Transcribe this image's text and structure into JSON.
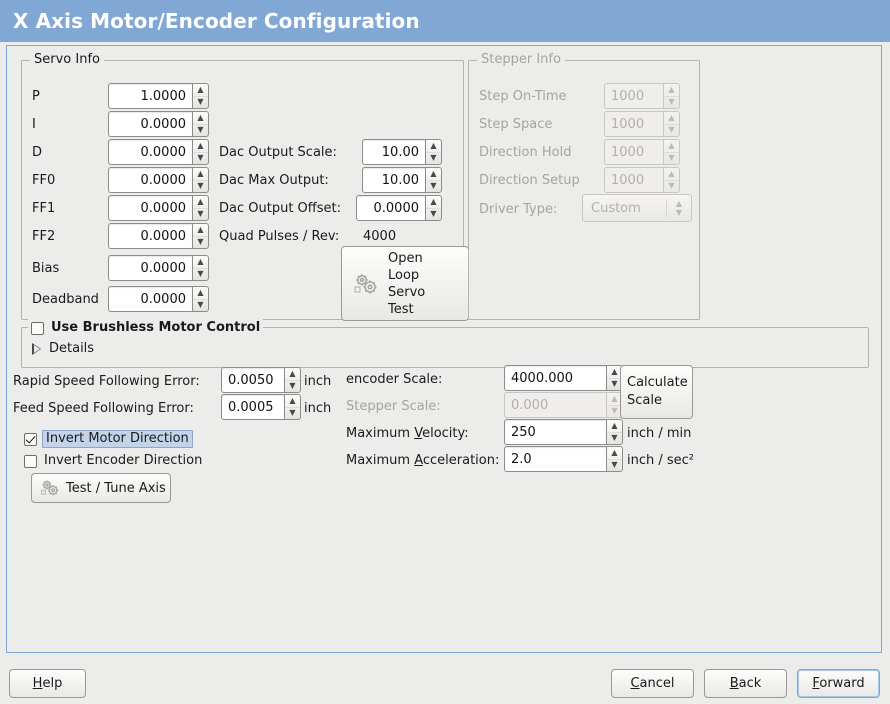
{
  "window": {
    "title": "X Axis Motor/Encoder Configuration",
    "title_bg": "#81a7d4",
    "title_fg": "#ffffff",
    "panel_border": "#7da7d9"
  },
  "servo_info": {
    "legend": "Servo Info",
    "rows": [
      {
        "label": "P",
        "value": "1.0000"
      },
      {
        "label": "I",
        "value": "0.0000"
      },
      {
        "label": "D",
        "value": "0.0000"
      },
      {
        "label": "FF0",
        "value": "0.0000"
      },
      {
        "label": "FF1",
        "value": "0.0000"
      },
      {
        "label": "FF2",
        "value": "0.0000"
      },
      {
        "label": "Bias",
        "value": "0.0000"
      },
      {
        "label": "Deadband",
        "value": "0.0000"
      }
    ],
    "dac": [
      {
        "label": "Dac Output Scale:",
        "value": "10.00"
      },
      {
        "label": "Dac Max Output:",
        "value": "10.00"
      },
      {
        "label": "Dac Output Offset:",
        "value": "0.0000"
      }
    ],
    "quad_pulses_label": "Quad Pulses / Rev:",
    "quad_pulses_value": "4000",
    "open_loop_button": "Open\nLoop\nServo\nTest",
    "open_loop_button_lines": [
      "Open",
      "Loop",
      "Servo",
      "Test"
    ],
    "open_loop_icon": "gears-icon"
  },
  "stepper_info": {
    "legend": "Stepper Info",
    "enabled": false,
    "rows": [
      {
        "label": "Step On-Time",
        "value": "1000"
      },
      {
        "label": "Step Space",
        "value": "1000"
      },
      {
        "label": "Direction Hold",
        "value": "1000"
      },
      {
        "label": "Direction Setup",
        "value": "1000"
      }
    ],
    "driver_type_label": "Driver Type:",
    "driver_type_value": "Custom"
  },
  "brushless": {
    "checkbox_label": "Use Brushless Motor Control",
    "checked": false,
    "details_label": "Details",
    "details_expanded": false
  },
  "errors": {
    "rapid_label": "Rapid Speed Following Error:",
    "rapid_value": "0.0050",
    "rapid_unit": "inch",
    "feed_label": "Feed Speed Following Error:",
    "feed_value": "0.0005",
    "feed_unit": "inch"
  },
  "inverts": {
    "motor_label": "Invert Motor Direction",
    "motor_checked": true,
    "motor_focused": true,
    "encoder_label": "Invert Encoder Direction",
    "encoder_checked": false
  },
  "test_tune": {
    "label": "Test / Tune Axis",
    "icon": "gears-icon"
  },
  "scales": {
    "encoder_label": "encoder Scale:",
    "encoder_value": "4000.000",
    "stepper_label": "Stepper Scale:",
    "stepper_value": "0.000",
    "stepper_enabled": false,
    "calculate_button_lines": [
      "Calculate",
      "Scale"
    ],
    "max_velocity_label_pre": "Maximum ",
    "max_velocity_label_mn": "V",
    "max_velocity_label_post": "elocity:",
    "max_velocity_value": "250",
    "max_velocity_unit": "inch / min",
    "max_accel_label_pre": "Maximum ",
    "max_accel_label_mn": "A",
    "max_accel_label_post": "cceleration:",
    "max_accel_value": "2.0",
    "max_accel_unit": "inch / sec²"
  },
  "actions": {
    "help_pre": "",
    "help_mn": "H",
    "help_post": "elp",
    "cancel_pre": "",
    "cancel_mn": "C",
    "cancel_post": "ancel",
    "back_pre": "",
    "back_mn": "B",
    "back_post": "ack",
    "forward_pre": "",
    "forward_mn": "F",
    "forward_post": "orward",
    "forward_focused": true
  }
}
